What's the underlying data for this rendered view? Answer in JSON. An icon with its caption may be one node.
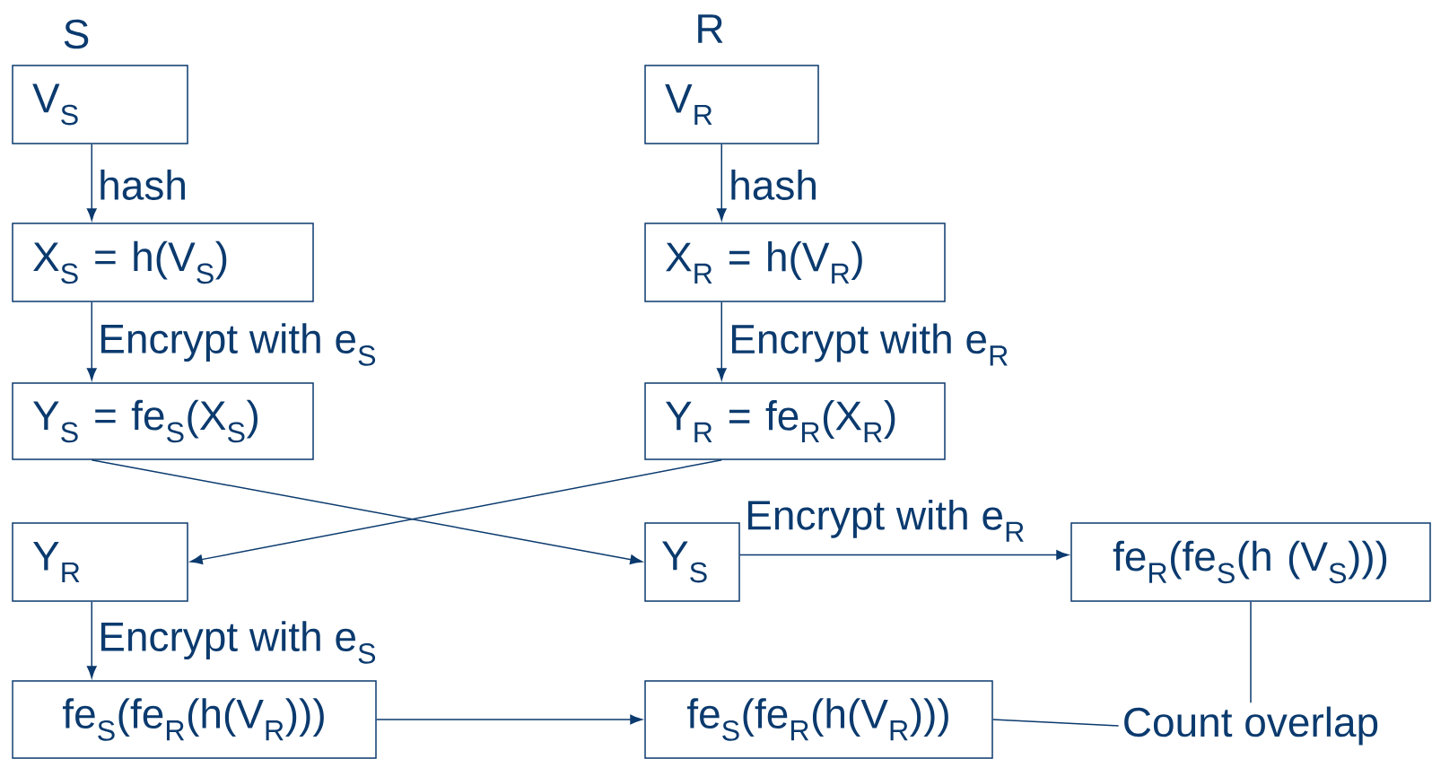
{
  "diagram": {
    "nodes": [
      {
        "text": [
          "V$_{S}$"
        ]
      },
      {
        "text": [
          "V$_{R}$"
        ]
      },
      {
        "text": [
          "X$_{S}$ = h(V$_{S}$)"
        ]
      },
      {
        "text": [
          "X$_{R}$ = h(V$_{R}$)"
        ]
      },
      {
        "text": [
          "Y$_{S}$ = fe$_{S}$(X$_{S}$)"
        ]
      },
      {
        "text": [
          "Y$_{R}$ = fe$_{R}$(X$_{R}$)"
        ]
      },
      {
        "text": [
          "Y$_{R}$"
        ]
      },
      {
        "text": [
          "Y$_{S}$"
        ]
      },
      {
        "text": [
          "fe$_{R}$(fe$_{S}$(h (V$_{S}$)))"
        ]
      },
      {
        "text": [
          "fe$_{S}$(fe$_{R}$(h(V$_{R}$)))"
        ]
      },
      {
        "text": [
          "fe$_{S}$(fe$_{R}$(h(V$_{R}$)))"
        ]
      },
      {
        "text": [
          "Count overlap"
        ]
      }
    ],
    "edges": [
      {
        "from": 0,
        "to": 2,
        "arrow": "to",
        "label": "hash"
      },
      {
        "from": 1,
        "to": 3,
        "arrow": "to",
        "label": "hash"
      },
      {
        "from": 2,
        "to": 4,
        "arrow": "to",
        "label": "Encrypt with e$_{S}$"
      },
      {
        "from": 3,
        "to": 5,
        "arrow": "to",
        "label": "Encrypt with e$_{R}$"
      },
      {
        "from": 4,
        "to": 7,
        "arrow": "to"
      },
      {
        "from": 5,
        "to": 6,
        "arrow": "to"
      },
      {
        "from": 7,
        "to": 8,
        "arrow": "to",
        "label": "Encrypt with e$_{R}$"
      },
      {
        "from": 6,
        "to": 9,
        "arrow": "to",
        "label": "Encrypt with e$_{S}$"
      },
      {
        "from": 9,
        "to": 10,
        "arrow": "to"
      },
      {
        "from": 8,
        "to": 11,
        "arrow": "none"
      },
      {
        "from": 10,
        "to": 11,
        "arrow": "none"
      }
    ],
    "labels": [
      "S",
      "R"
    ]
  }
}
